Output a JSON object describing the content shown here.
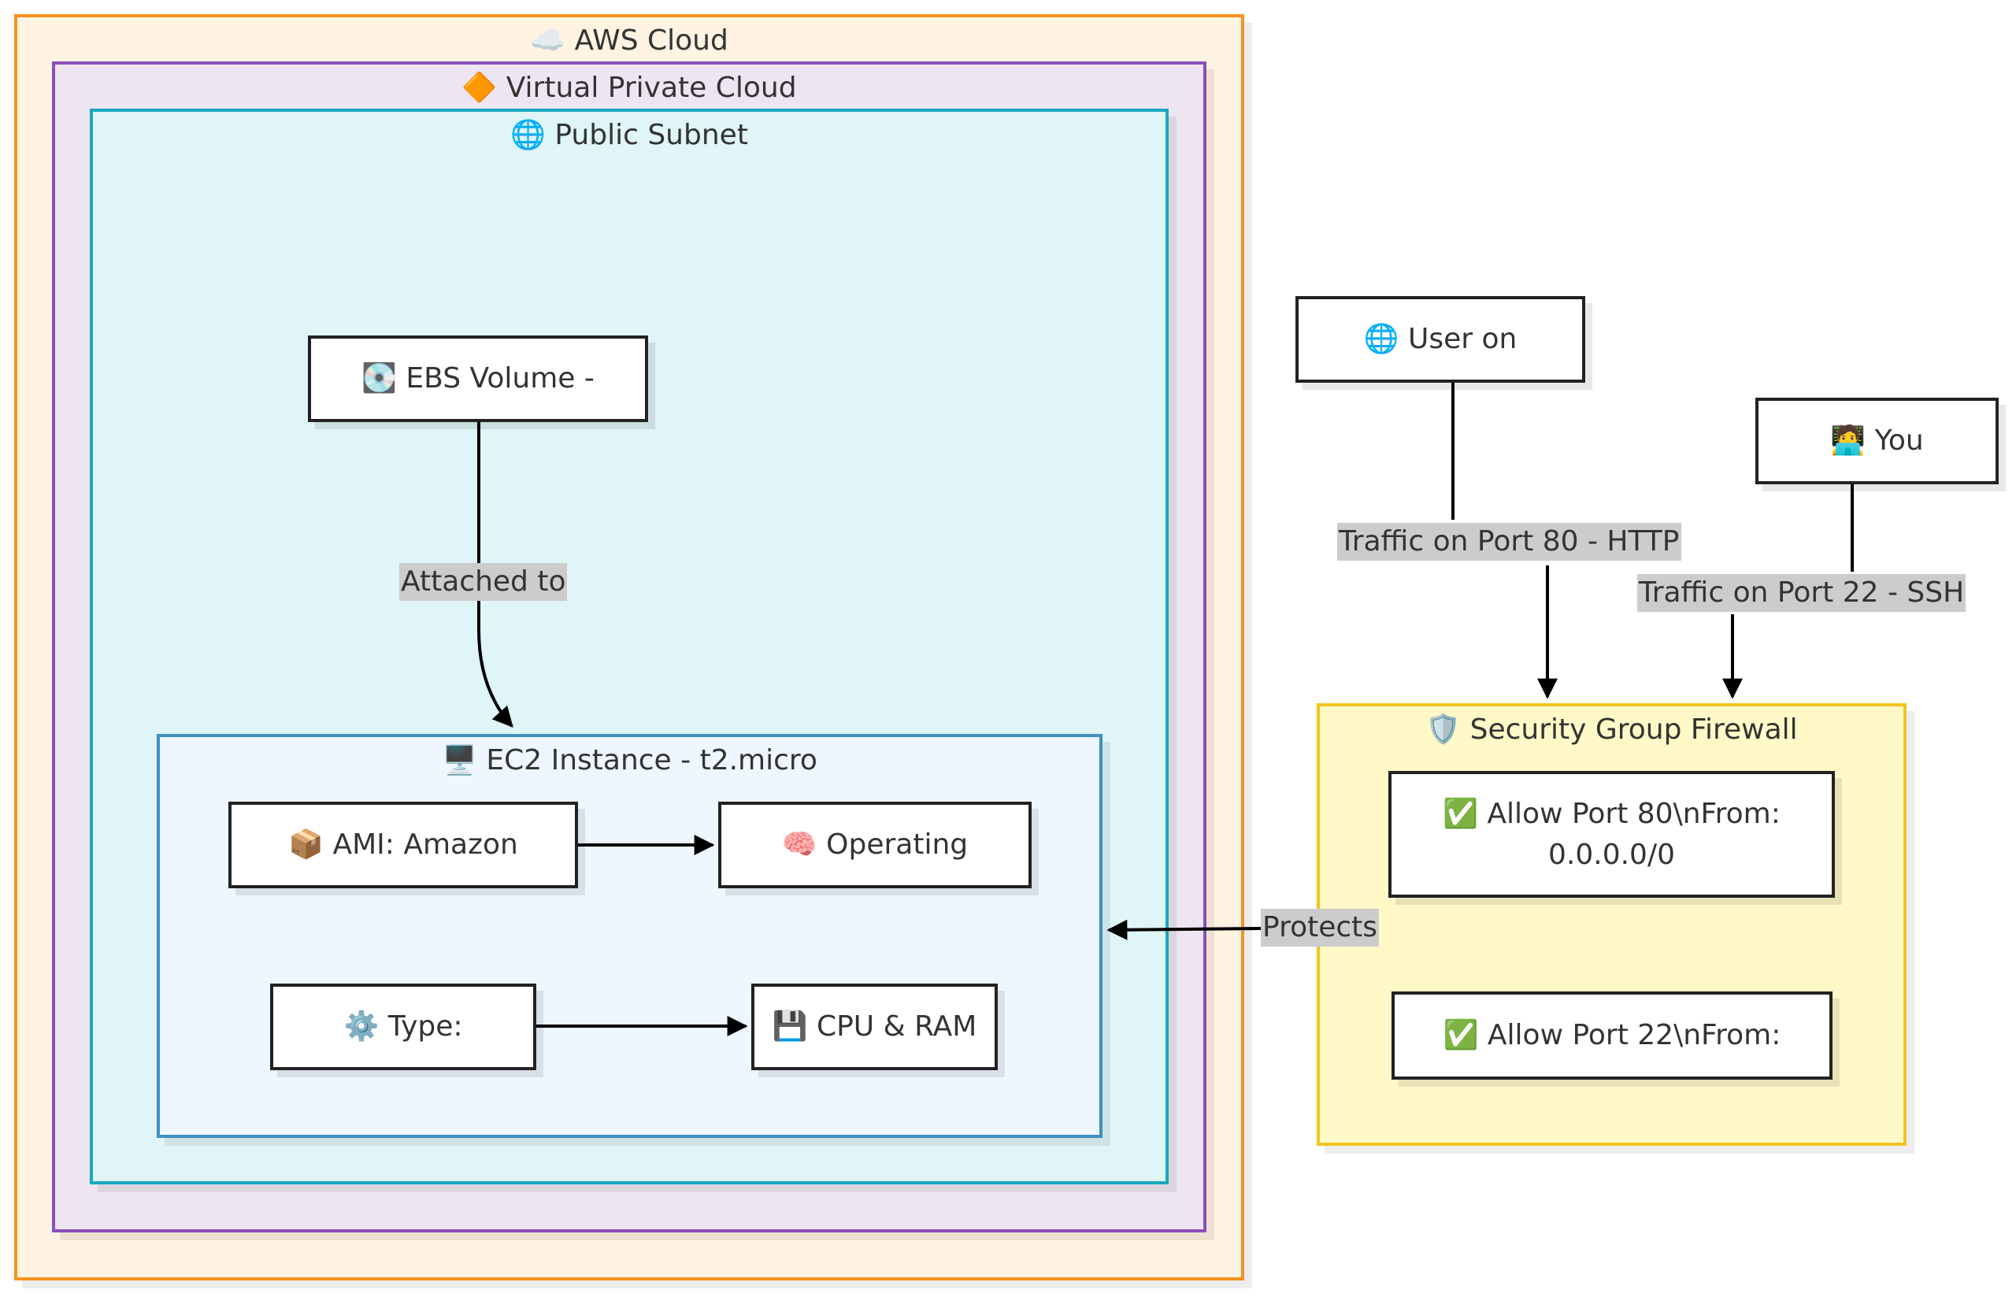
{
  "colors": {
    "aws_border": "#f6921e",
    "aws_fill": "#fff3e2",
    "vpc_border": "#8a4fbe",
    "vpc_fill": "#ede6f2",
    "subnet_border": "#17a8bd",
    "subnet_fill": "#dff5f7",
    "ec2_border": "#3f8fbf",
    "ec2_fill": "#eef6ff",
    "sg_border": "#f2c41f",
    "sg_fill": "#fff8c7",
    "edge": "#000000",
    "edge_label_bg": "#cccccc"
  },
  "groups": {
    "aws": {
      "icon": "☁️",
      "title": "AWS Cloud"
    },
    "vpc": {
      "icon": "🔶",
      "title": "Virtual Private Cloud"
    },
    "subnet": {
      "icon": "🌐",
      "title": "Public Subnet"
    },
    "ec2": {
      "icon": "🖥️",
      "title": "EC2 Instance - t2.micro"
    },
    "sg": {
      "icon": "🛡️",
      "title": "Security Group Firewall"
    }
  },
  "nodes": {
    "ebs": {
      "icon": "💽",
      "label": "EBS Volume -"
    },
    "ami": {
      "icon": "📦",
      "label": "AMI: Amazon"
    },
    "os": {
      "icon": "🧠",
      "label": "Operating"
    },
    "type": {
      "icon": "⚙️",
      "label": "Type:"
    },
    "cpu": {
      "icon": "💾",
      "label": "CPU & RAM"
    },
    "user": {
      "icon": "🌐",
      "label": "User on"
    },
    "you": {
      "icon": "🧑‍💻",
      "label": "You"
    },
    "allow80": {
      "icon": "✅",
      "label": "Allow Port 80\\nFrom:\n0.0.0.0/0"
    },
    "allow22": {
      "icon": "✅",
      "label": "Allow Port 22\\nFrom:"
    }
  },
  "edge_labels": {
    "attached": "Attached to",
    "port80": "Traffic on Port 80 - HTTP",
    "port22": "Traffic on Port 22 - SSH",
    "protects": "Protects"
  }
}
